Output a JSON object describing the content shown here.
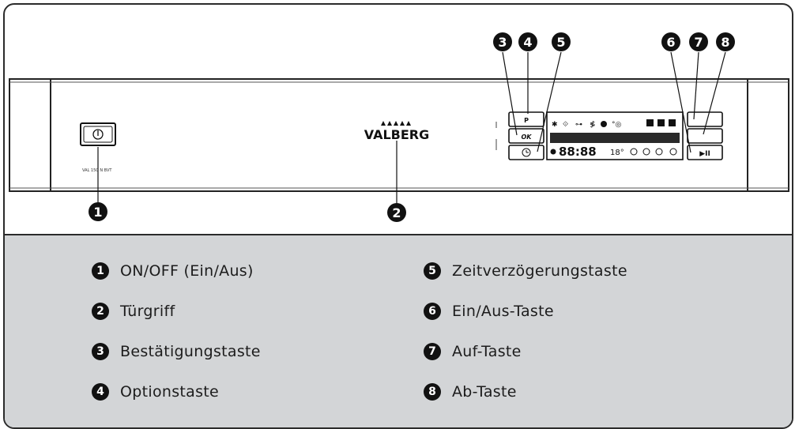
{
  "brand": "VALBERG",
  "model_label": "VAL 15C N BVT",
  "button_labels": {
    "program": "P",
    "ok": "OK",
    "start_pause": "▶II"
  },
  "display": {
    "clock": "88:88",
    "temperature": "18°"
  },
  "callouts": [
    "1",
    "2",
    "3",
    "4",
    "5",
    "6",
    "7",
    "8"
  ],
  "legend": [
    {
      "num": "1",
      "label": "ON/OFF (Ein/Aus)"
    },
    {
      "num": "2",
      "label": "Türgriff"
    },
    {
      "num": "3",
      "label": "Bestätigungstaste"
    },
    {
      "num": "4",
      "label": "Optionstaste"
    },
    {
      "num": "5",
      "label": "Zeitverzögerungstaste"
    },
    {
      "num": "6",
      "label": "Ein/Aus-Taste"
    },
    {
      "num": "7",
      "label": "Auf-Taste"
    },
    {
      "num": "8",
      "label": "Ab-Taste"
    }
  ],
  "colors": {
    "legend_bg": "#d3d5d7",
    "ink": "#1c1c1c",
    "badge": "#111111"
  },
  "icons": [
    "power-icon",
    "clock-icon",
    "program-icons",
    "cycle-icons"
  ]
}
